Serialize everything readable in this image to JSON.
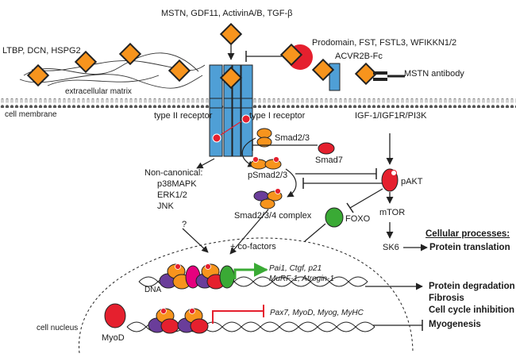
{
  "ligands": "MSTN, GDF11, ActivinA/B, TGF-β",
  "ecm_proteins": "LTBP, DCN, HSPG2",
  "ecm_label": "extracellular matrix",
  "inhibitors": "Prodomain, FST, FSTL3, WFIKKN1/2",
  "acvr2b_fc": "ACVR2B-Fc",
  "antibody": "MSTN antibody",
  "membrane_label": "cell membrane",
  "type2_receptor": "type II receptor",
  "type1_receptor": "type I receptor",
  "igf_pathway": "IGF-1/IGF1R/PI3K",
  "smad23": "Smad2/3",
  "smad7": "Smad7",
  "noncanonical": {
    "title": "Non-canonical:",
    "items": [
      "p38MAPK",
      "ERK1/2",
      "JNK"
    ],
    "unknown": "?"
  },
  "psmad23": "pSmad2/3",
  "pakt": "pAKT",
  "smad_complex": "Smad2/3/4 complex",
  "foxo": "FOXO",
  "mtor": "mTOR",
  "cofactors": "+ co-factors",
  "sk6": "SK6",
  "cellular_processes": {
    "title": "Cellular processes:",
    "translation": "Protein translation",
    "outcomes": [
      "Protein degradation",
      "Fibrosis",
      "Cell cycle inhibition",
      "Myogenesis"
    ]
  },
  "up_genes": [
    "Pai1, Ctgf, p21",
    "MuRF-1, Atrogin-1"
  ],
  "down_genes": "Pax7, MyoD, Myog, MyHC",
  "dna_label": "DNA",
  "nucleus_label": "cell nucleus",
  "myod": "MyoD",
  "colors": {
    "ligand": "#f7941d",
    "receptor": "#4f9fd6",
    "red": "#e5202e",
    "purple": "#6a3d9a",
    "green": "#3aaa35",
    "magenta": "#e6007e",
    "activate_arrow": "#3aaa35",
    "inhibit_bar": "#e5202e"
  }
}
